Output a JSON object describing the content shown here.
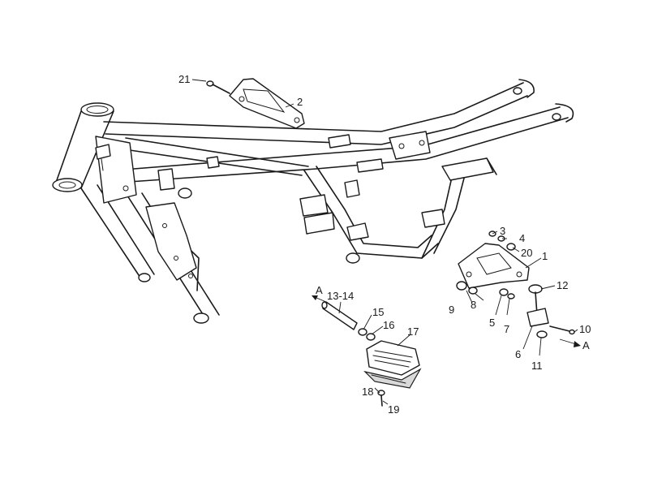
{
  "callouts": {
    "c1": "1",
    "c2": "2",
    "c3": "3",
    "c4": "4",
    "c5": "5",
    "c6": "6",
    "c7": "7",
    "c8": "8",
    "c9": "9",
    "c10": "10",
    "c11": "11",
    "c12": "12",
    "c13_14": "13-14",
    "c15": "15",
    "c16": "16",
    "c17": "17",
    "c18": "18",
    "c19": "19",
    "c20": "20",
    "c21": "21"
  },
  "arrows": {
    "left_label": "A",
    "right_label": "A"
  }
}
